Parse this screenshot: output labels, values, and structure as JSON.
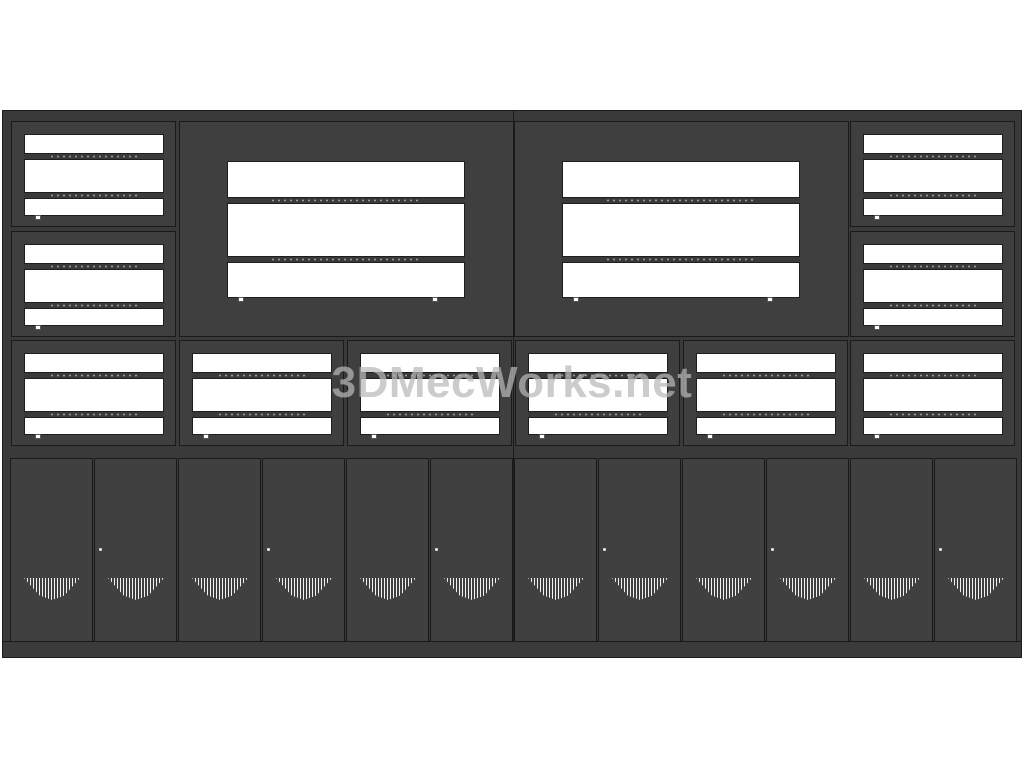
{
  "watermark": {
    "text": "3DMecWorks.net"
  },
  "colors": {
    "cabinet": "#3f3f3f",
    "outline": "#1a1a1a",
    "screen": "#ffffff",
    "background": "#ffffff"
  },
  "layout_summary": {
    "small_monitor_bays": 10,
    "large_monitor_bays": 2,
    "cabinet_doors": 12
  }
}
